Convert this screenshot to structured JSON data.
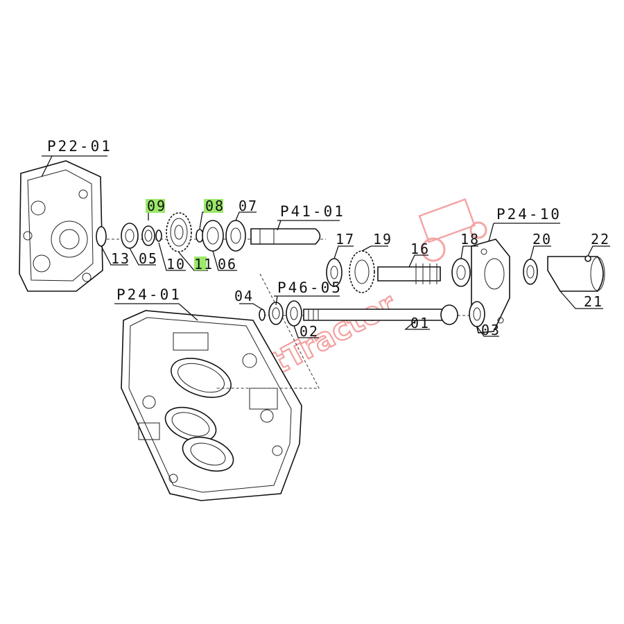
{
  "colors": {
    "highlight": "#9be86a",
    "watermark": "#f08080",
    "ink": "#111111"
  },
  "labels": {
    "p22_01": "P22-01",
    "p24_01": "P24-01",
    "p41_01": "P41-01",
    "p24_10": "P24-10",
    "p46_05": "P46-05",
    "n01": "01",
    "n02": "02",
    "n03": "03",
    "n04": "04",
    "n05": "05",
    "n06": "06",
    "n07": "07",
    "n08": "08",
    "n09": "09",
    "n10": "10",
    "n11": "11",
    "n13": "13",
    "n16": "16",
    "n17": "17",
    "n18": "18",
    "n19": "19",
    "n20": "20",
    "n21": "21",
    "n22": "22"
  },
  "highlighted": [
    "08",
    "09",
    "11"
  ],
  "watermark": {
    "text": "CompactTractor",
    "icon": "tractor-icon"
  }
}
